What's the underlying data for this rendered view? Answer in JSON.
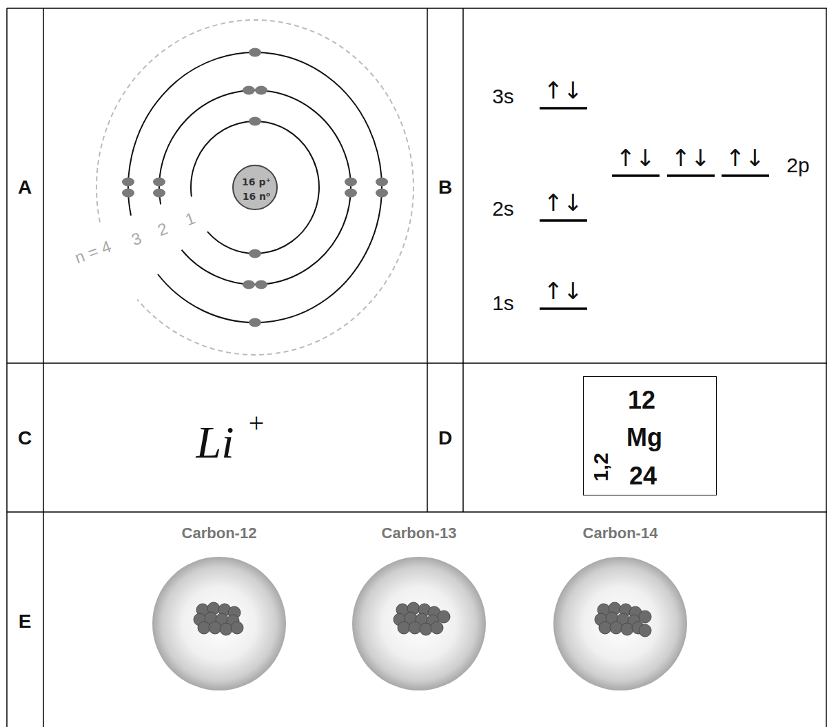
{
  "diagram": {
    "nodes": [
      {
        "text": [
          "A"
        ]
      },
      {
        "text": [
          "n = 4",
          "3",
          "2",
          "1"
        ]
      },
      {
        "text": [
          "16 p⁺",
          "16 n⁰"
        ],
        "in": 1
      },
      {
        "text": [
          "B"
        ]
      },
      {
        "text": [
          "3s",
          "↑↓",
          "2s",
          "↑↓",
          "1s",
          "↑↓",
          "↑↓",
          "↑↓",
          "↑↓",
          "2p"
        ]
      },
      {
        "text": [
          "C"
        ]
      },
      {
        "text": [
          "Li",
          "+"
        ]
      },
      {
        "text": [
          "D"
        ]
      },
      {
        "text": [
          "12",
          "1,2",
          "Mg",
          "24"
        ]
      },
      {
        "text": [
          "E"
        ]
      },
      {
        "text": [
          "Carbon-12",
          "Carbon-13",
          "Carbon-14"
        ]
      }
    ]
  }
}
